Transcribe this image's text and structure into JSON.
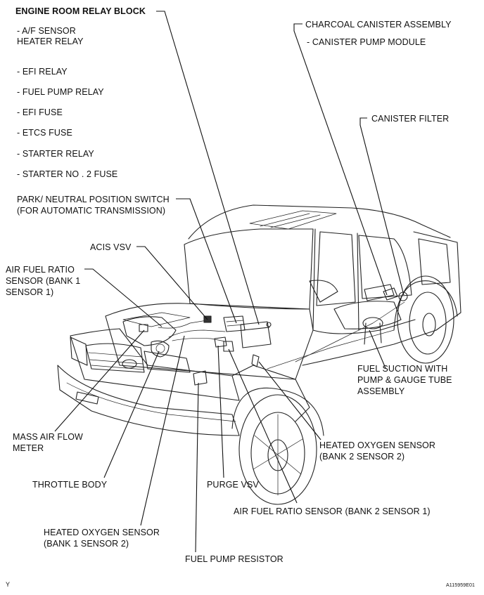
{
  "labels": {
    "engine_room_relay_block": "ENGINE ROOM RELAY BLOCK",
    "af_sensor_heater_relay_1": "- A/F SENSOR",
    "af_sensor_heater_relay_2": "HEATER RELAY",
    "efi_relay": "- EFI RELAY",
    "fuel_pump_relay": "- FUEL PUMP RELAY",
    "efi_fuse": "- EFI FUSE",
    "etcs_fuse": "- ETCS FUSE",
    "starter_relay": "- STARTER RELAY",
    "starter_no2_fuse": "- STARTER NO . 2 FUSE",
    "park_neutral_1": "PARK/ NEUTRAL POSITION SWITCH",
    "park_neutral_2": "(FOR AUTOMATIC TRANSMISSION)",
    "acis_vsv": "ACIS VSV",
    "af_ratio_b1s1_1": "AIR FUEL RATIO",
    "af_ratio_b1s1_2": "SENSOR (BANK 1",
    "af_ratio_b1s1_3": "SENSOR 1)",
    "charcoal_canister": "CHARCOAL CANISTER ASSEMBLY",
    "canister_pump_module": "- CANISTER PUMP MODULE",
    "canister_filter": "CANISTER FILTER",
    "fuel_suction_1": "FUEL SUCTION WITH",
    "fuel_suction_2": "PUMP & GAUGE TUBE",
    "fuel_suction_3": "ASSEMBLY",
    "mass_air_flow_1": "MASS AIR FLOW",
    "mass_air_flow_2": "METER",
    "heated_o2_b2s2_1": "HEATED OXYGEN SENSOR",
    "heated_o2_b2s2_2": "(BANK 2 SENSOR 2)",
    "throttle_body": "THROTTLE BODY",
    "purge_vsv": "PURGE VSV",
    "af_ratio_b2s1": "AIR FUEL RATIO SENSOR (BANK 2 SENSOR 1)",
    "heated_o2_b1s2_1": "HEATED OXYGEN SENSOR",
    "heated_o2_b1s2_2": "(BANK 1 SENSOR 2)",
    "fuel_pump_resistor": "FUEL PUMP RESISTOR",
    "corner_mark": "Y",
    "figure_code": "A115959E01"
  }
}
